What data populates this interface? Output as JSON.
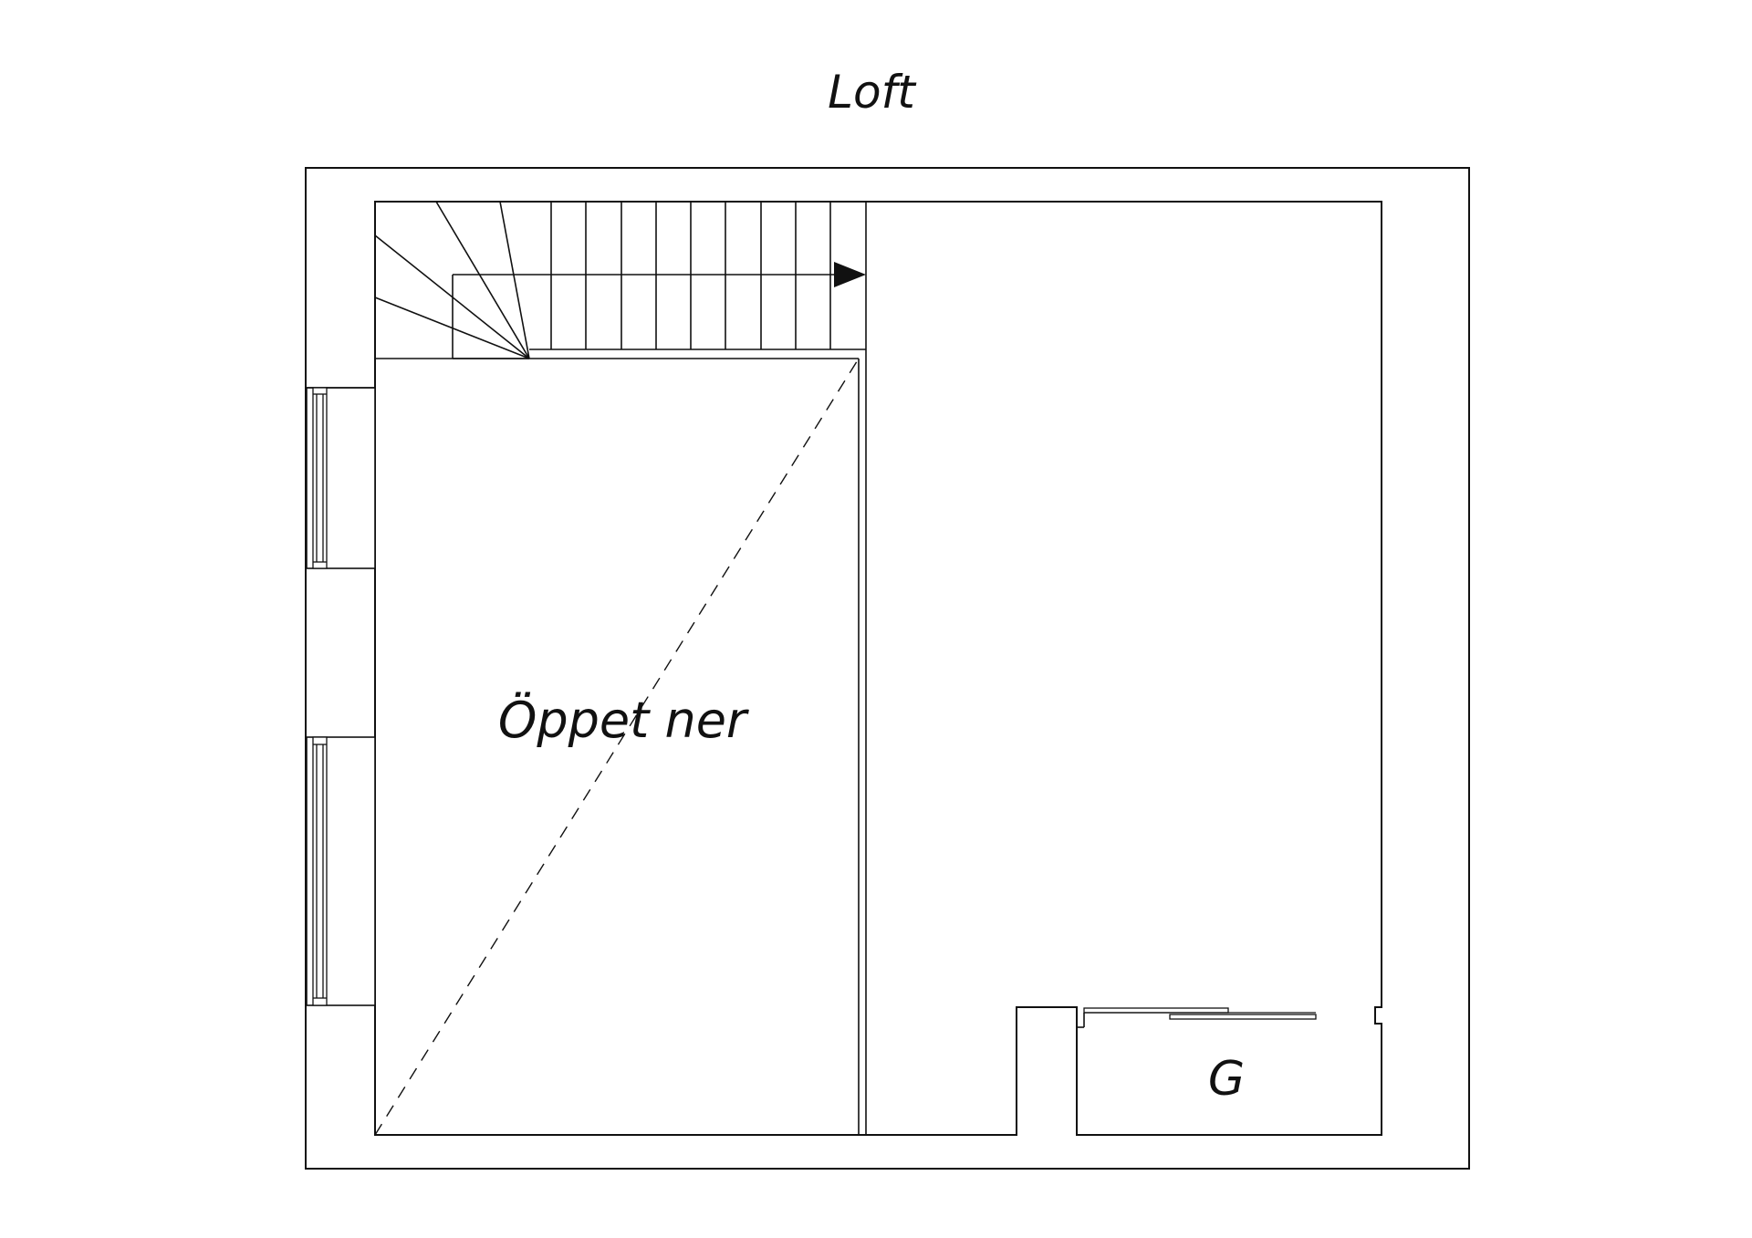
{
  "title": "Loft",
  "rooms": {
    "open_below": "Öppet ner",
    "wardrobe": "G"
  },
  "colors": {
    "line": "#111111",
    "background": "#ffffff"
  },
  "icons": {
    "stair_direction": "arrow-right-icon"
  }
}
